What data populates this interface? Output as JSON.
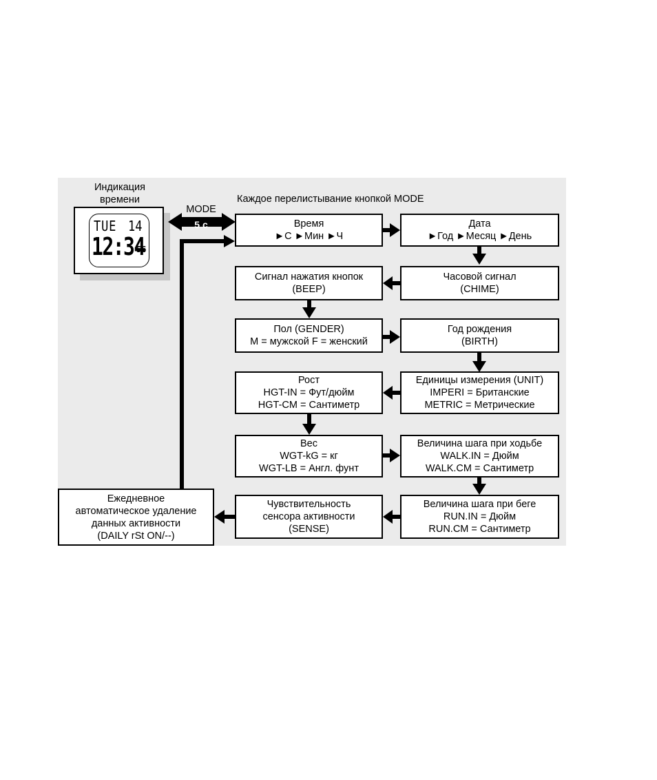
{
  "watch": {
    "title": [
      "Индикация",
      "времени"
    ],
    "display": {
      "day": "TUE",
      "date": "14",
      "time": "12:34",
      "seconds": "56"
    }
  },
  "mode_label": "MODE",
  "hold_label": "5 с",
  "header": "Каждое перелистывание кнопкой MODE",
  "boxes": {
    "time": {
      "lines": [
        "Время",
        "►С ►Мин  ►Ч"
      ]
    },
    "date": {
      "lines": [
        "Дата",
        "►Год ►Месяц ►День"
      ]
    },
    "chime": {
      "lines": [
        "Часовой сигнал",
        "(CHIME)"
      ]
    },
    "beep": {
      "lines": [
        "Сигнал нажатия кнопок",
        "(BEEP)"
      ]
    },
    "gender": {
      "lines": [
        "Пол (GENDER)",
        "M = мужской F = женский"
      ]
    },
    "birth": {
      "lines": [
        "Год рождения",
        "(BIRTH)"
      ]
    },
    "unit": {
      "lines": [
        "Единицы измерения (UNIT)",
        "IMPERI = Британские",
        "METRIC = Метрические"
      ]
    },
    "height": {
      "lines": [
        "Рост",
        "HGT-IN = Фут/дюйм",
        "HGT-CM = Сантиметр"
      ]
    },
    "weight": {
      "lines": [
        "Вес",
        "WGT-kG = кг",
        "WGT-LB = Англ. фунт"
      ]
    },
    "walk": {
      "lines": [
        "Величина шага при ходьбе",
        "WALK.IN = Дюйм",
        "WALK.CM = Сантиметр"
      ]
    },
    "run": {
      "lines": [
        "Величина шага при беге",
        "RUN.IN = Дюйм",
        "RUN.CM = Сантиметр"
      ]
    },
    "sense": {
      "lines": [
        "Чувствительность",
        "сенсора активности",
        "(SENSE)"
      ]
    },
    "daily": {
      "lines": [
        "Ежедневное",
        "автоматическое удаление",
        "данных активности",
        "(DAILY rSt ON/--)"
      ]
    }
  }
}
